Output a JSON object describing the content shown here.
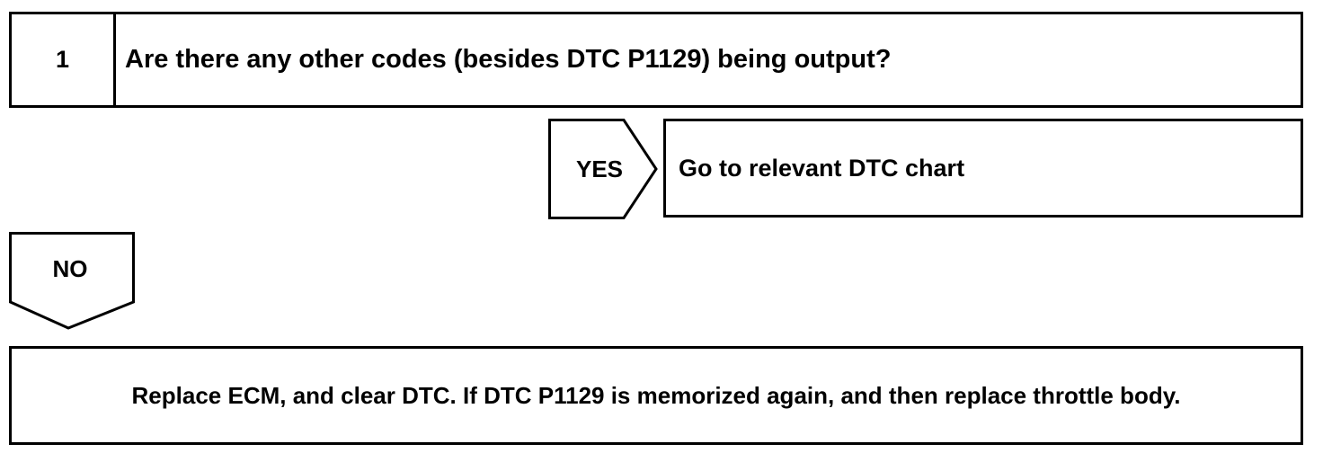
{
  "step": {
    "number": "1",
    "question": "Are there any other codes (besides DTC P1129) being output?"
  },
  "yes_branch": {
    "label": "YES",
    "action": "Go to relevant DTC chart"
  },
  "no_branch": {
    "label": "NO",
    "action": "Replace ECM, and clear DTC. If DTC P1129 is memorized again, and then replace throttle body."
  }
}
